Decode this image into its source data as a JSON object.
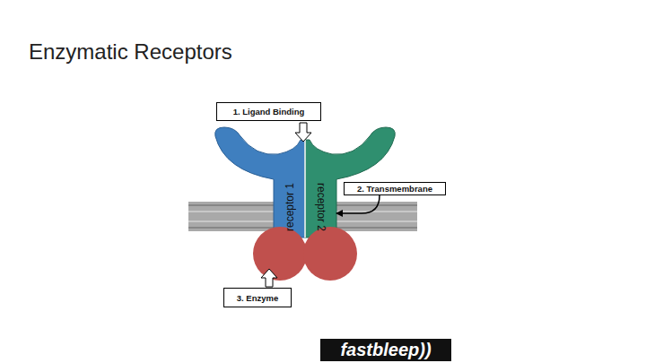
{
  "diagram": {
    "title": "Enzymatic Receptors",
    "nodes": [
      {
        "text": [
          "1. Ligand Binding"
        ]
      },
      {
        "text": [
          "receptor 1"
        ]
      },
      {
        "text": [
          "receptor 2"
        ]
      },
      {
        "text": [
          "2. Transmembrane"
        ]
      },
      {
        "text": [
          "3. Enzyme"
        ]
      }
    ],
    "edges": [
      {
        "from": 3,
        "to": 2,
        "arrow": "to"
      }
    ],
    "labels": [
      "fastbleep))"
    ]
  }
}
